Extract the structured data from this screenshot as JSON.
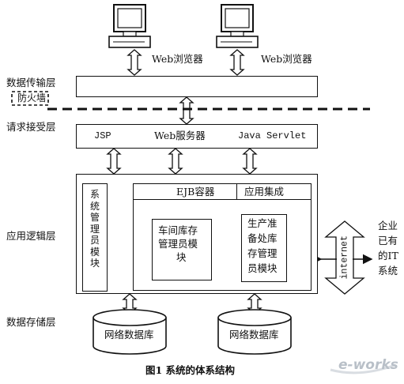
{
  "layers": {
    "transport": "数据传输层",
    "request": "请求接受层",
    "logic": "应用逻辑层",
    "storage": "数据存储层"
  },
  "firewall": "防火墙",
  "browsers": [
    "Web浏览器",
    "Web浏览器"
  ],
  "request_row": {
    "jsp": "JSP",
    "web_server": "Web服务器",
    "servlet": "Java Servlet"
  },
  "logic": {
    "sys_admin": "系统管理员模块",
    "ejb_container": "EJB容器",
    "app_integration": "应用集成",
    "workshop_module": [
      "车间库存",
      "管理员模",
      "块"
    ],
    "production_module": [
      "生产准",
      "备处库",
      "存管理",
      "员模块"
    ]
  },
  "internet": "internet",
  "enterprise_it": [
    "企业",
    "已有",
    "的IT",
    "系统"
  ],
  "databases": [
    "网络数据库",
    "网络数据库"
  ],
  "caption": "图1  系统的体系结构",
  "watermark": "e-works"
}
